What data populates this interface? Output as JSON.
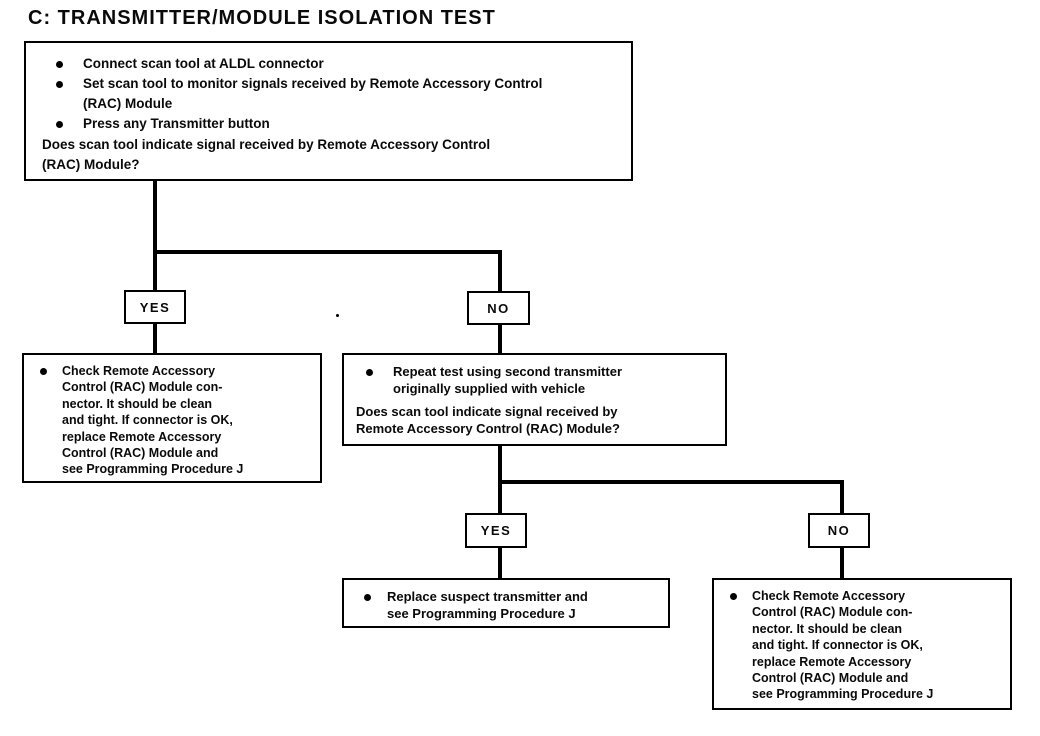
{
  "title": "C: TRANSMITTER/MODULE ISOLATION TEST",
  "colors": {
    "ink": "#000000",
    "background": "#ffffff"
  },
  "flowchart": {
    "start": {
      "bullets": [
        "Connect scan tool at ALDL connector",
        "Set scan tool to monitor signals received by Remote Accessory Control\n(RAC) Module",
        "Press any Transmitter button"
      ],
      "question": "Does scan tool indicate signal received by Remote Accessory Control\n(RAC) Module?"
    },
    "branch1": {
      "yes_label": "YES",
      "no_label": "NO"
    },
    "yes1_action": {
      "bullet": "Check Remote Accessory\nControl (RAC) Module con-\nnector. It should be clean\nand tight. If connector is OK,\nreplace Remote Accessory\nControl (RAC) Module and\nsee Programming Procedure J"
    },
    "no1_test": {
      "bullet": "Repeat test using second transmitter\noriginally supplied with vehicle",
      "question": "Does scan tool indicate signal received by\nRemote Accessory Control (RAC) Module?"
    },
    "branch2": {
      "yes_label": "YES",
      "no_label": "NO"
    },
    "yes2_action": {
      "bullet": "Replace suspect transmitter and\nsee Programming Procedure J"
    },
    "no2_action": {
      "bullet": "Check Remote Accessory\nControl (RAC) Module con-\nnector. It should be clean\nand tight. If connector is OK,\nreplace Remote Accessory\nControl (RAC) Module and\nsee Programming Procedure J"
    }
  }
}
